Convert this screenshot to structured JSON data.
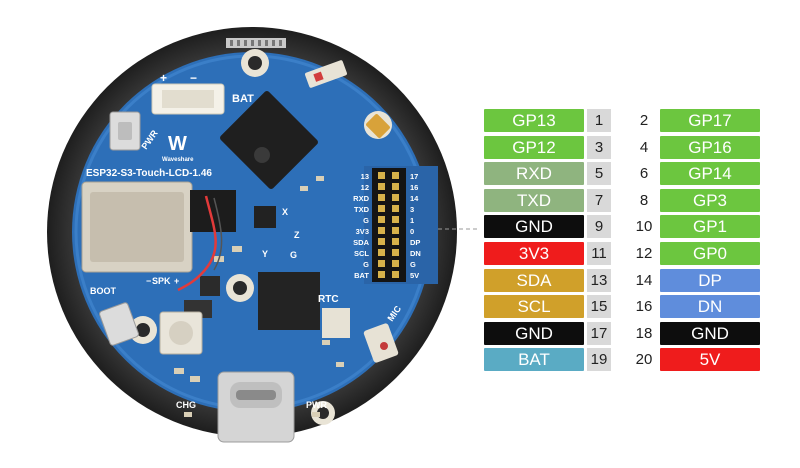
{
  "board": {
    "model": "ESP32-S3-Touch-LCD-1.46",
    "brand": "Waveshare",
    "silk": {
      "bat": "BAT",
      "pwr": "PWR",
      "boot": "BOOT",
      "spk": "SPK",
      "rtc": "RTC",
      "mic": "MIC",
      "chg": "CHG",
      "pwr_bottom": "PWR",
      "plus": "+",
      "minus": "−",
      "spk_minus": "−",
      "spk_plus": "+",
      "axis_x": "X",
      "axis_y": "Y",
      "axis_z": "Z",
      "axis_g": "G"
    },
    "header_left": [
      "13",
      "12",
      "RXD",
      "TXD",
      "G",
      "3V3",
      "SDA",
      "SCL",
      "G",
      "BAT"
    ],
    "header_right": [
      "17",
      "16",
      "14",
      "3",
      "1",
      "0",
      "DP",
      "DN",
      "G",
      "5V"
    ]
  },
  "colors": {
    "green": "#6cc63f",
    "sage": "#8fb47f",
    "black": "#0d0d0d",
    "red": "#ef1c1c",
    "gold": "#d0a02a",
    "blue": "#5f8ddc",
    "teal": "#5aabc4",
    "number_bg": "#d9d9d9",
    "pcb": "#2d6fb8"
  },
  "pins": [
    {
      "left": {
        "num": "1",
        "label": "GP13",
        "color": "#6cc63f"
      },
      "right": {
        "num": "2",
        "label": "GP17",
        "color": "#6cc63f"
      }
    },
    {
      "left": {
        "num": "3",
        "label": "GP12",
        "color": "#6cc63f"
      },
      "right": {
        "num": "4",
        "label": "GP16",
        "color": "#6cc63f"
      }
    },
    {
      "left": {
        "num": "5",
        "label": "RXD",
        "color": "#8fb47f"
      },
      "right": {
        "num": "6",
        "label": "GP14",
        "color": "#6cc63f"
      }
    },
    {
      "left": {
        "num": "7",
        "label": "TXD",
        "color": "#8fb47f"
      },
      "right": {
        "num": "8",
        "label": "GP3",
        "color": "#6cc63f"
      }
    },
    {
      "left": {
        "num": "9",
        "label": "GND",
        "color": "#0d0d0d"
      },
      "right": {
        "num": "10",
        "label": "GP1",
        "color": "#6cc63f"
      }
    },
    {
      "left": {
        "num": "11",
        "label": "3V3",
        "color": "#ef1c1c"
      },
      "right": {
        "num": "12",
        "label": "GP0",
        "color": "#6cc63f"
      }
    },
    {
      "left": {
        "num": "13",
        "label": "SDA",
        "color": "#d0a02a"
      },
      "right": {
        "num": "14",
        "label": "DP",
        "color": "#5f8ddc"
      }
    },
    {
      "left": {
        "num": "15",
        "label": "SCL",
        "color": "#d0a02a"
      },
      "right": {
        "num": "16",
        "label": "DN",
        "color": "#5f8ddc"
      }
    },
    {
      "left": {
        "num": "17",
        "label": "GND",
        "color": "#0d0d0d"
      },
      "right": {
        "num": "18",
        "label": "GND",
        "color": "#0d0d0d"
      }
    },
    {
      "left": {
        "num": "19",
        "label": "BAT",
        "color": "#5aabc4"
      },
      "right": {
        "num": "20",
        "label": "5V",
        "color": "#ef1c1c"
      }
    }
  ]
}
